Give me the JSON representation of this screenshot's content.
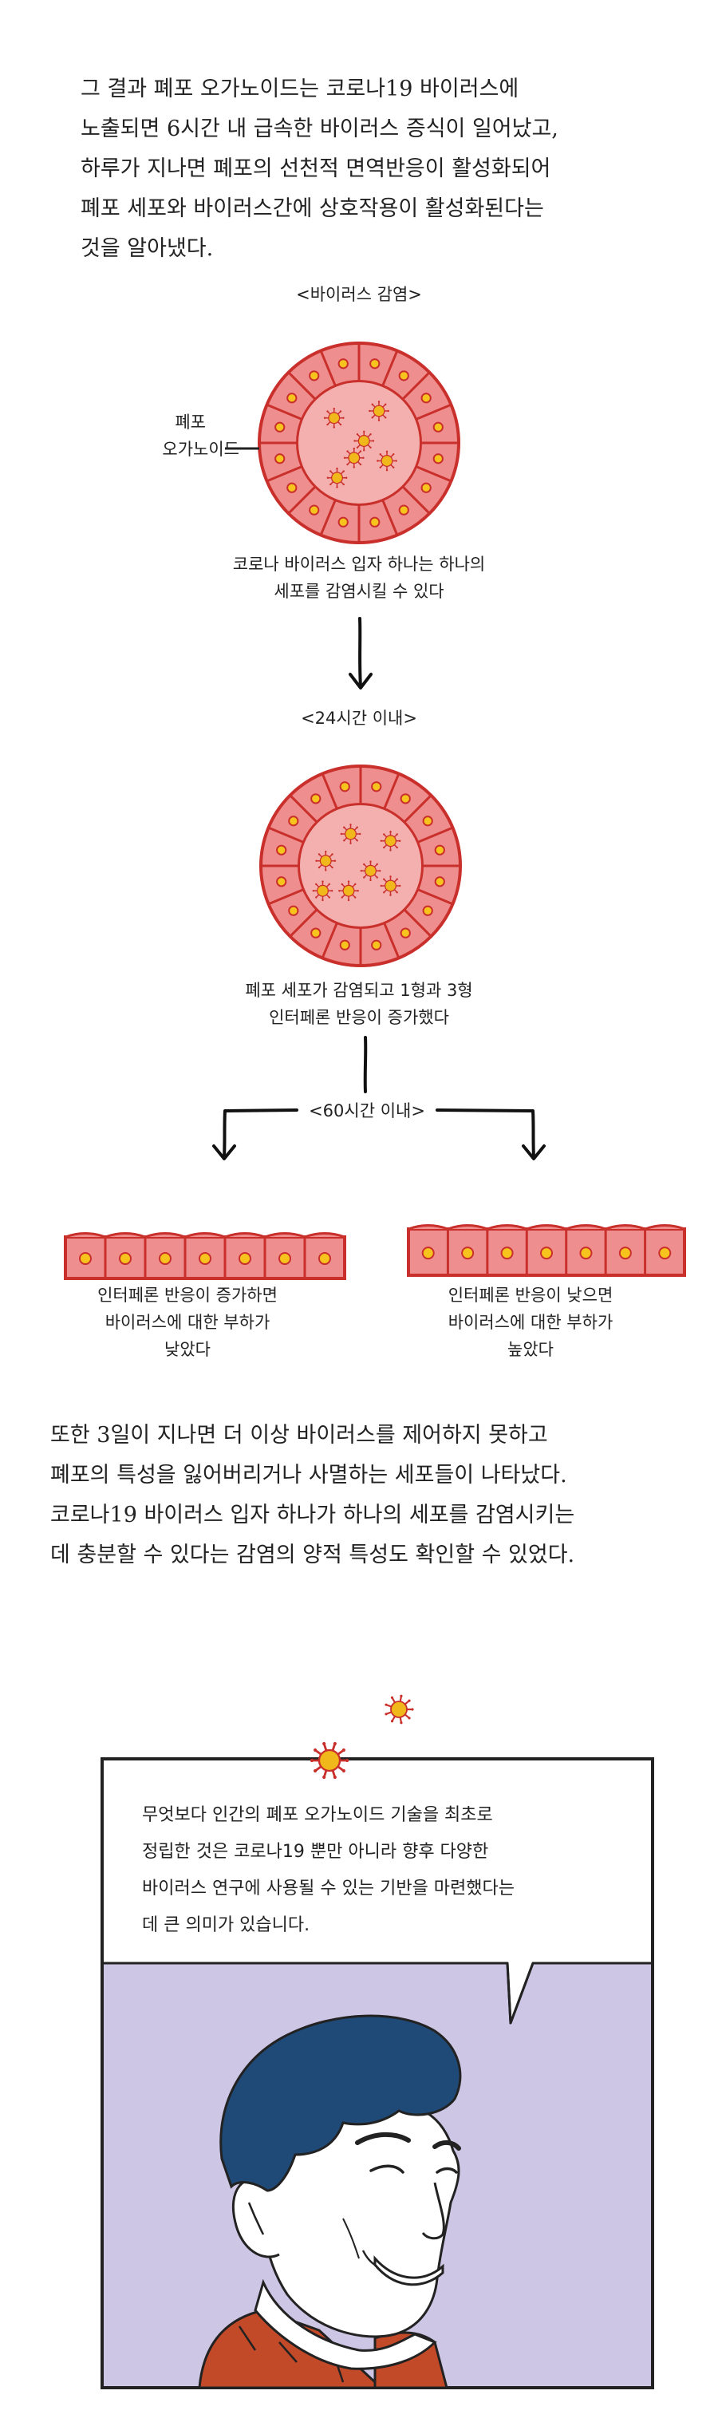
{
  "intro": {
    "lines": [
      "그 결과 폐포 오가노이드는 코로나19 바이러스에",
      "노출되면 6시간 내 급속한 바이러스 증식이 일어났고,",
      "하루가 지나면 폐포의 선천적 면역반응이 활성화되어",
      "폐포 세포와 바이러스간에 상호작용이 활성화된다는",
      "것을 알아냈다."
    ]
  },
  "diagram": {
    "infection_title": "<바이러스 감염>",
    "organoid_label": [
      "폐포",
      "오가노이드"
    ],
    "infection_caption": [
      "코로나 바이러스 입자 하나는 하나의",
      "세포를 감염시킬 수 있다"
    ],
    "hours24_title": "<24시간 이내>",
    "hours24_caption": [
      "폐포 세포가 감염되고 1형과 3형",
      "인터페론 반응이 증가했다"
    ],
    "hours60_title": "<60시간 이내>",
    "left_caption": [
      "인터페론 반응이 증가하면",
      "바이러스에 대한 부하가",
      "낮았다"
    ],
    "right_caption": [
      "인터페론 반응이 낮으면",
      "바이러스에 대한 부하가",
      "높았다"
    ],
    "colors": {
      "cell": "#ef8e8e",
      "cell_inner": "#f4b0ae",
      "outline": "#c9302c",
      "nucleus": "#f6c41c",
      "virus": "#f0b81a"
    }
  },
  "outro": {
    "lines": [
      "또한 3일이 지나면 더 이상 바이러스를 제어하지 못하고",
      "폐포의 특성을 잃어버리거나 사멸하는 세포들이 나타났다.",
      "코로나19 바이러스 입자 하나가 하나의 세포를 감염시키는",
      "데 충분할 수 있다는 감염의 양적 특성도 확인할 수 있었다."
    ]
  },
  "comic": {
    "speech_lines": [
      "무엇보다 인간의 폐포 오가노이드 기술을 최초로",
      "정립한 것은 코로나19 뿐만 아니라 향후 다양한",
      "바이러스 연구에 사용될 수 있는 기반을 마련했다는",
      "데 큰 의미가 있습니다."
    ],
    "colors": {
      "panel_bg": "#cdc6e4",
      "hair": "#1f4a78",
      "skin": "#ffffff",
      "shirt": "#c24a28"
    }
  }
}
